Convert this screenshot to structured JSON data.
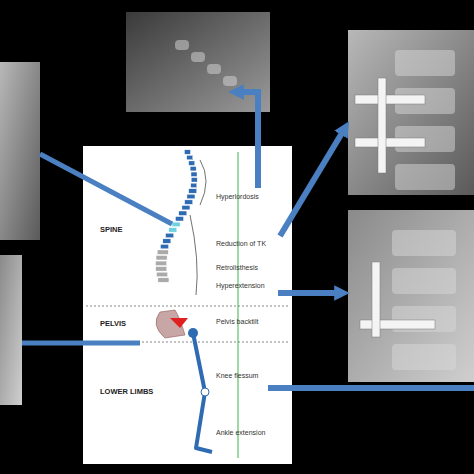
{
  "diagram": {
    "labels": [
      "SPINE",
      "PELVIS",
      "LOWER LIMBS",
      "Hyperlordosis",
      "Reduction of TK",
      "Retrolisthesis",
      "Hyperextension",
      "Pelvis backtilt",
      "Knee flessum",
      "Ankle extension"
    ]
  }
}
